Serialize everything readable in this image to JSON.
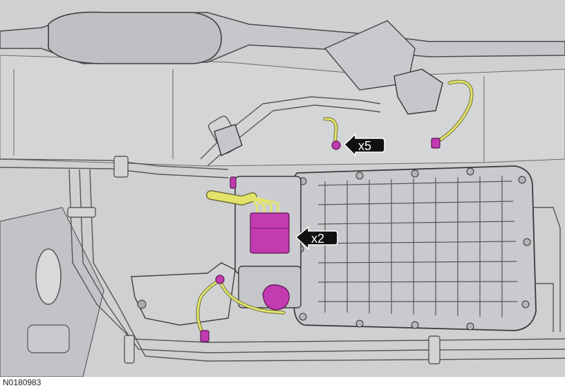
{
  "figure": {
    "id": "N0180983",
    "callouts": [
      {
        "label": "x5",
        "target": "upper-harness-connector"
      },
      {
        "label": "x2",
        "target": "control-module-connectors"
      }
    ]
  },
  "colors": {
    "background_metal": "#cfd0d2",
    "component_gray": "#c4c5c8",
    "line_dark": "#4a4a4a",
    "highlight_wire": "#e3e36a",
    "highlight_connector": "#c23bb0",
    "callout_arrow": "#111111",
    "callout_text": "#ffffff"
  }
}
